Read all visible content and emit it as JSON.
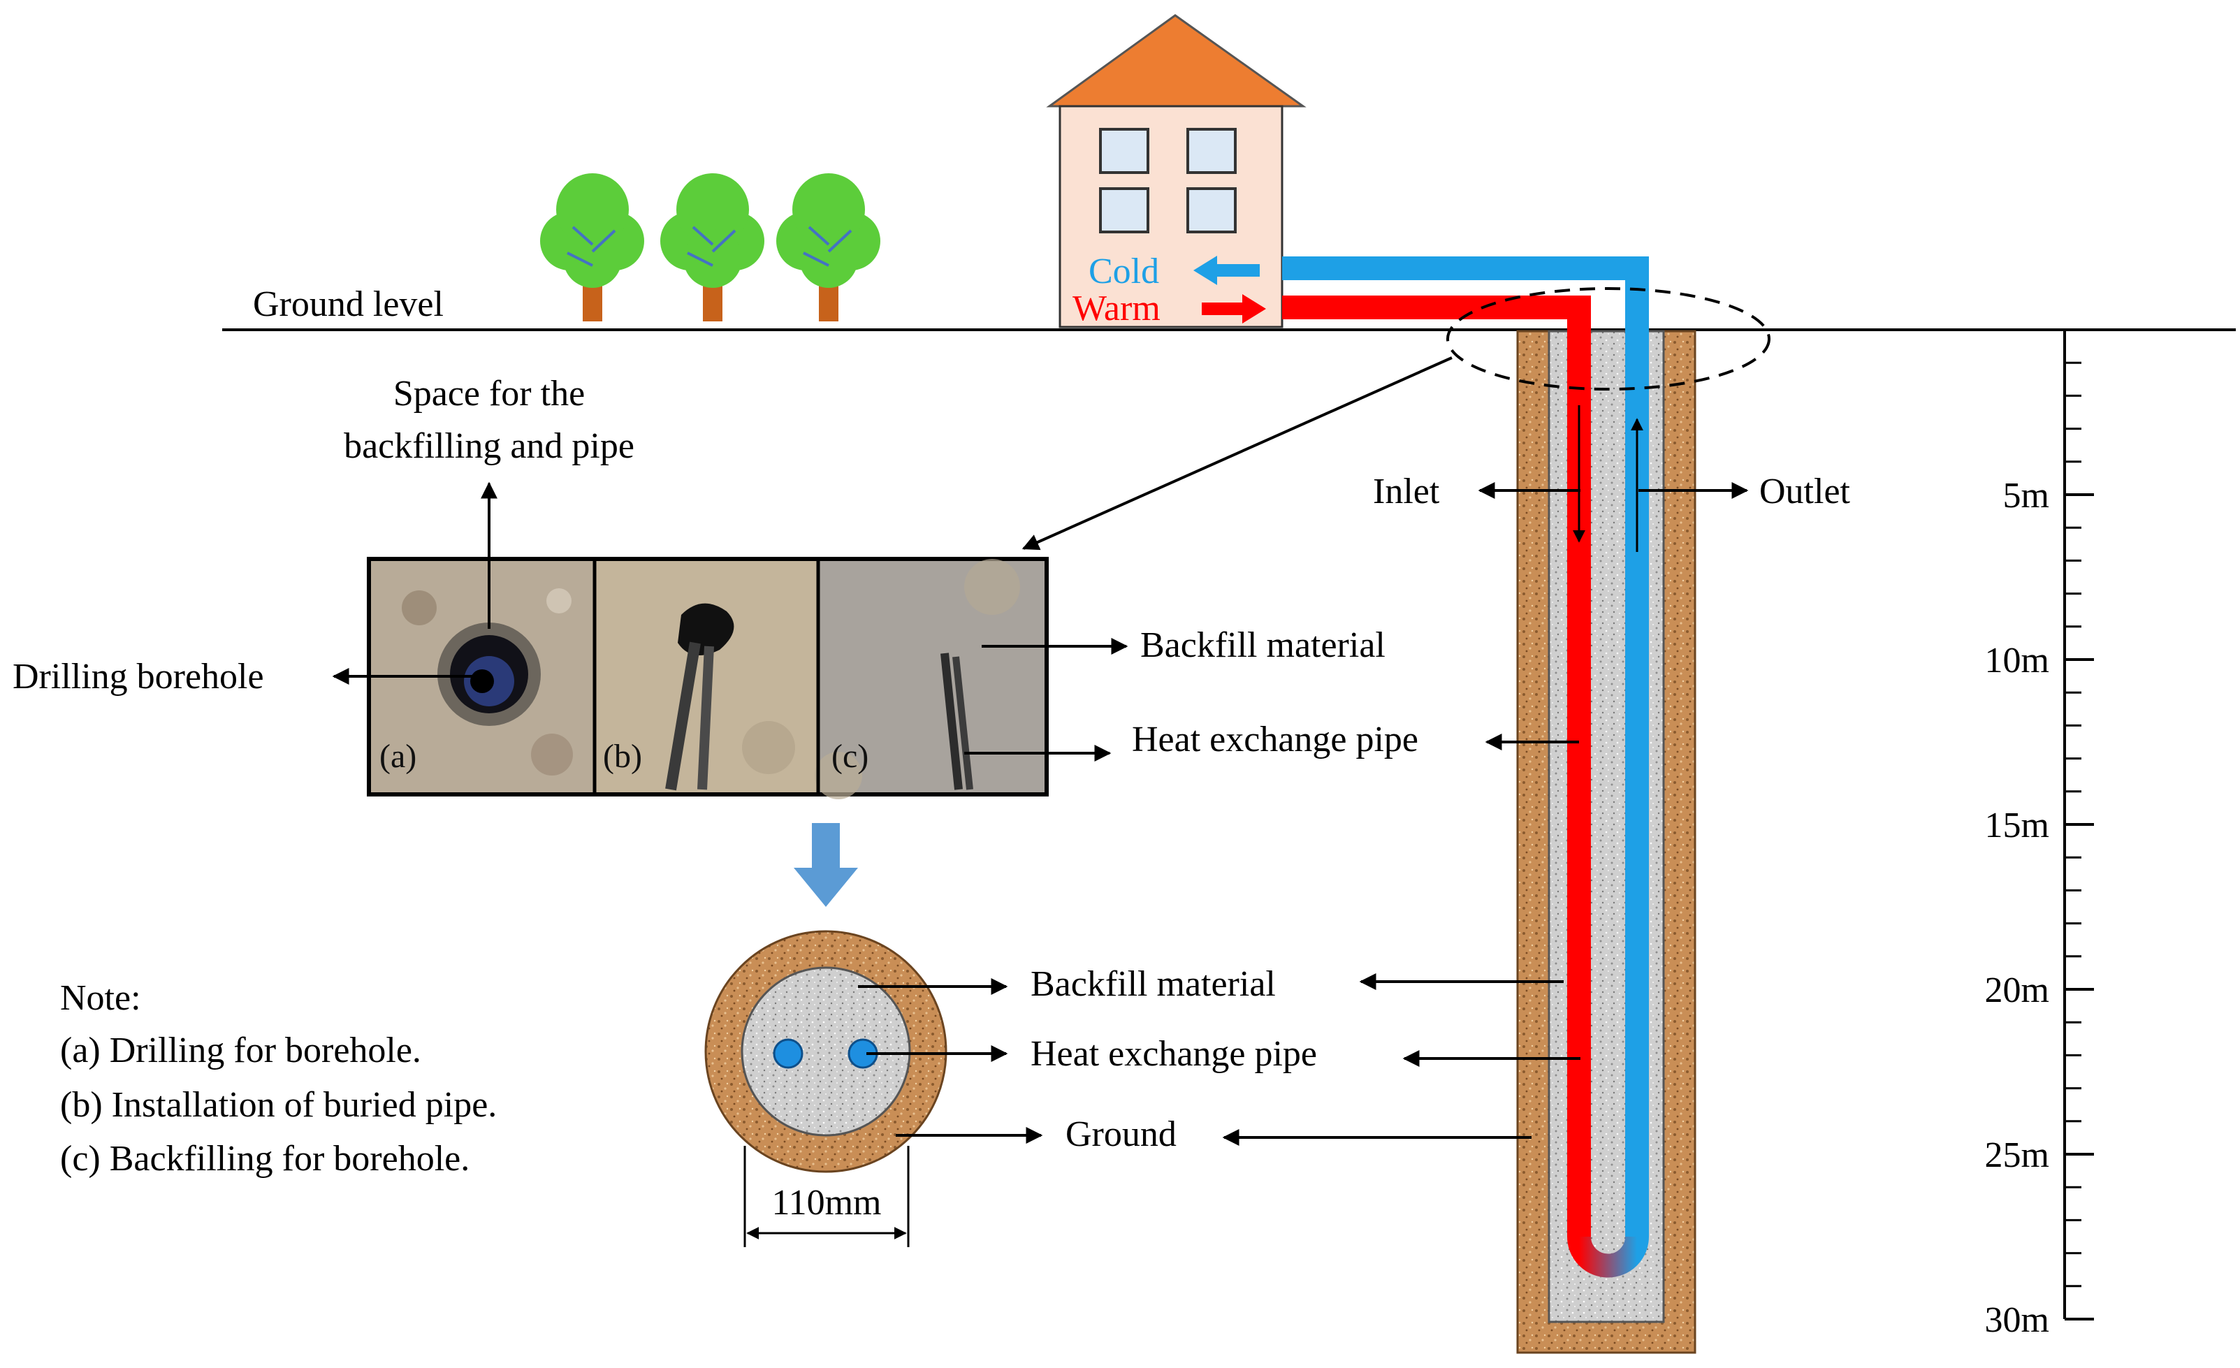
{
  "labels": {
    "ground_level": "Ground level",
    "cold": "Cold",
    "warm": "Warm",
    "space_line1": "Space for the",
    "space_line2": "backfilling and pipe",
    "drilling_borehole": "Drilling borehole",
    "photo_a": "(a)",
    "photo_b": "(b)",
    "photo_c": "(c)",
    "backfill_material_top": "Backfill material",
    "heat_pipe_top": "Heat exchange pipe",
    "inlet": "Inlet",
    "outlet": "Outlet",
    "backfill_material_cs": "Backfill material",
    "heat_pipe_cs": "Heat exchange pipe",
    "ground_cs": "Ground",
    "diameter": "110mm"
  },
  "note": {
    "title": "Note:",
    "lines": [
      "(a) Drilling for borehole.",
      "(b) Installation of buried pipe.",
      "(c) Backfilling for borehole."
    ]
  },
  "depth_scale": {
    "unit": "m",
    "max": 30,
    "minor_step": 1,
    "labels": [
      "5m",
      "10m",
      "15m",
      "20m",
      "25m",
      "30m"
    ]
  },
  "colors": {
    "cold_pipe": "#1ea0e6",
    "warm_pipe": "#ff0000",
    "roof": "#ed7d31",
    "house_wall": "#fbe1d3",
    "window": "#dbe8f5",
    "soil": "#c98e56",
    "backfill": "#d2d2d2",
    "tree_leaf": "#5ccd3a",
    "tree_trunk": "#c7621b",
    "flow_arrow": "#5b9bd5"
  }
}
